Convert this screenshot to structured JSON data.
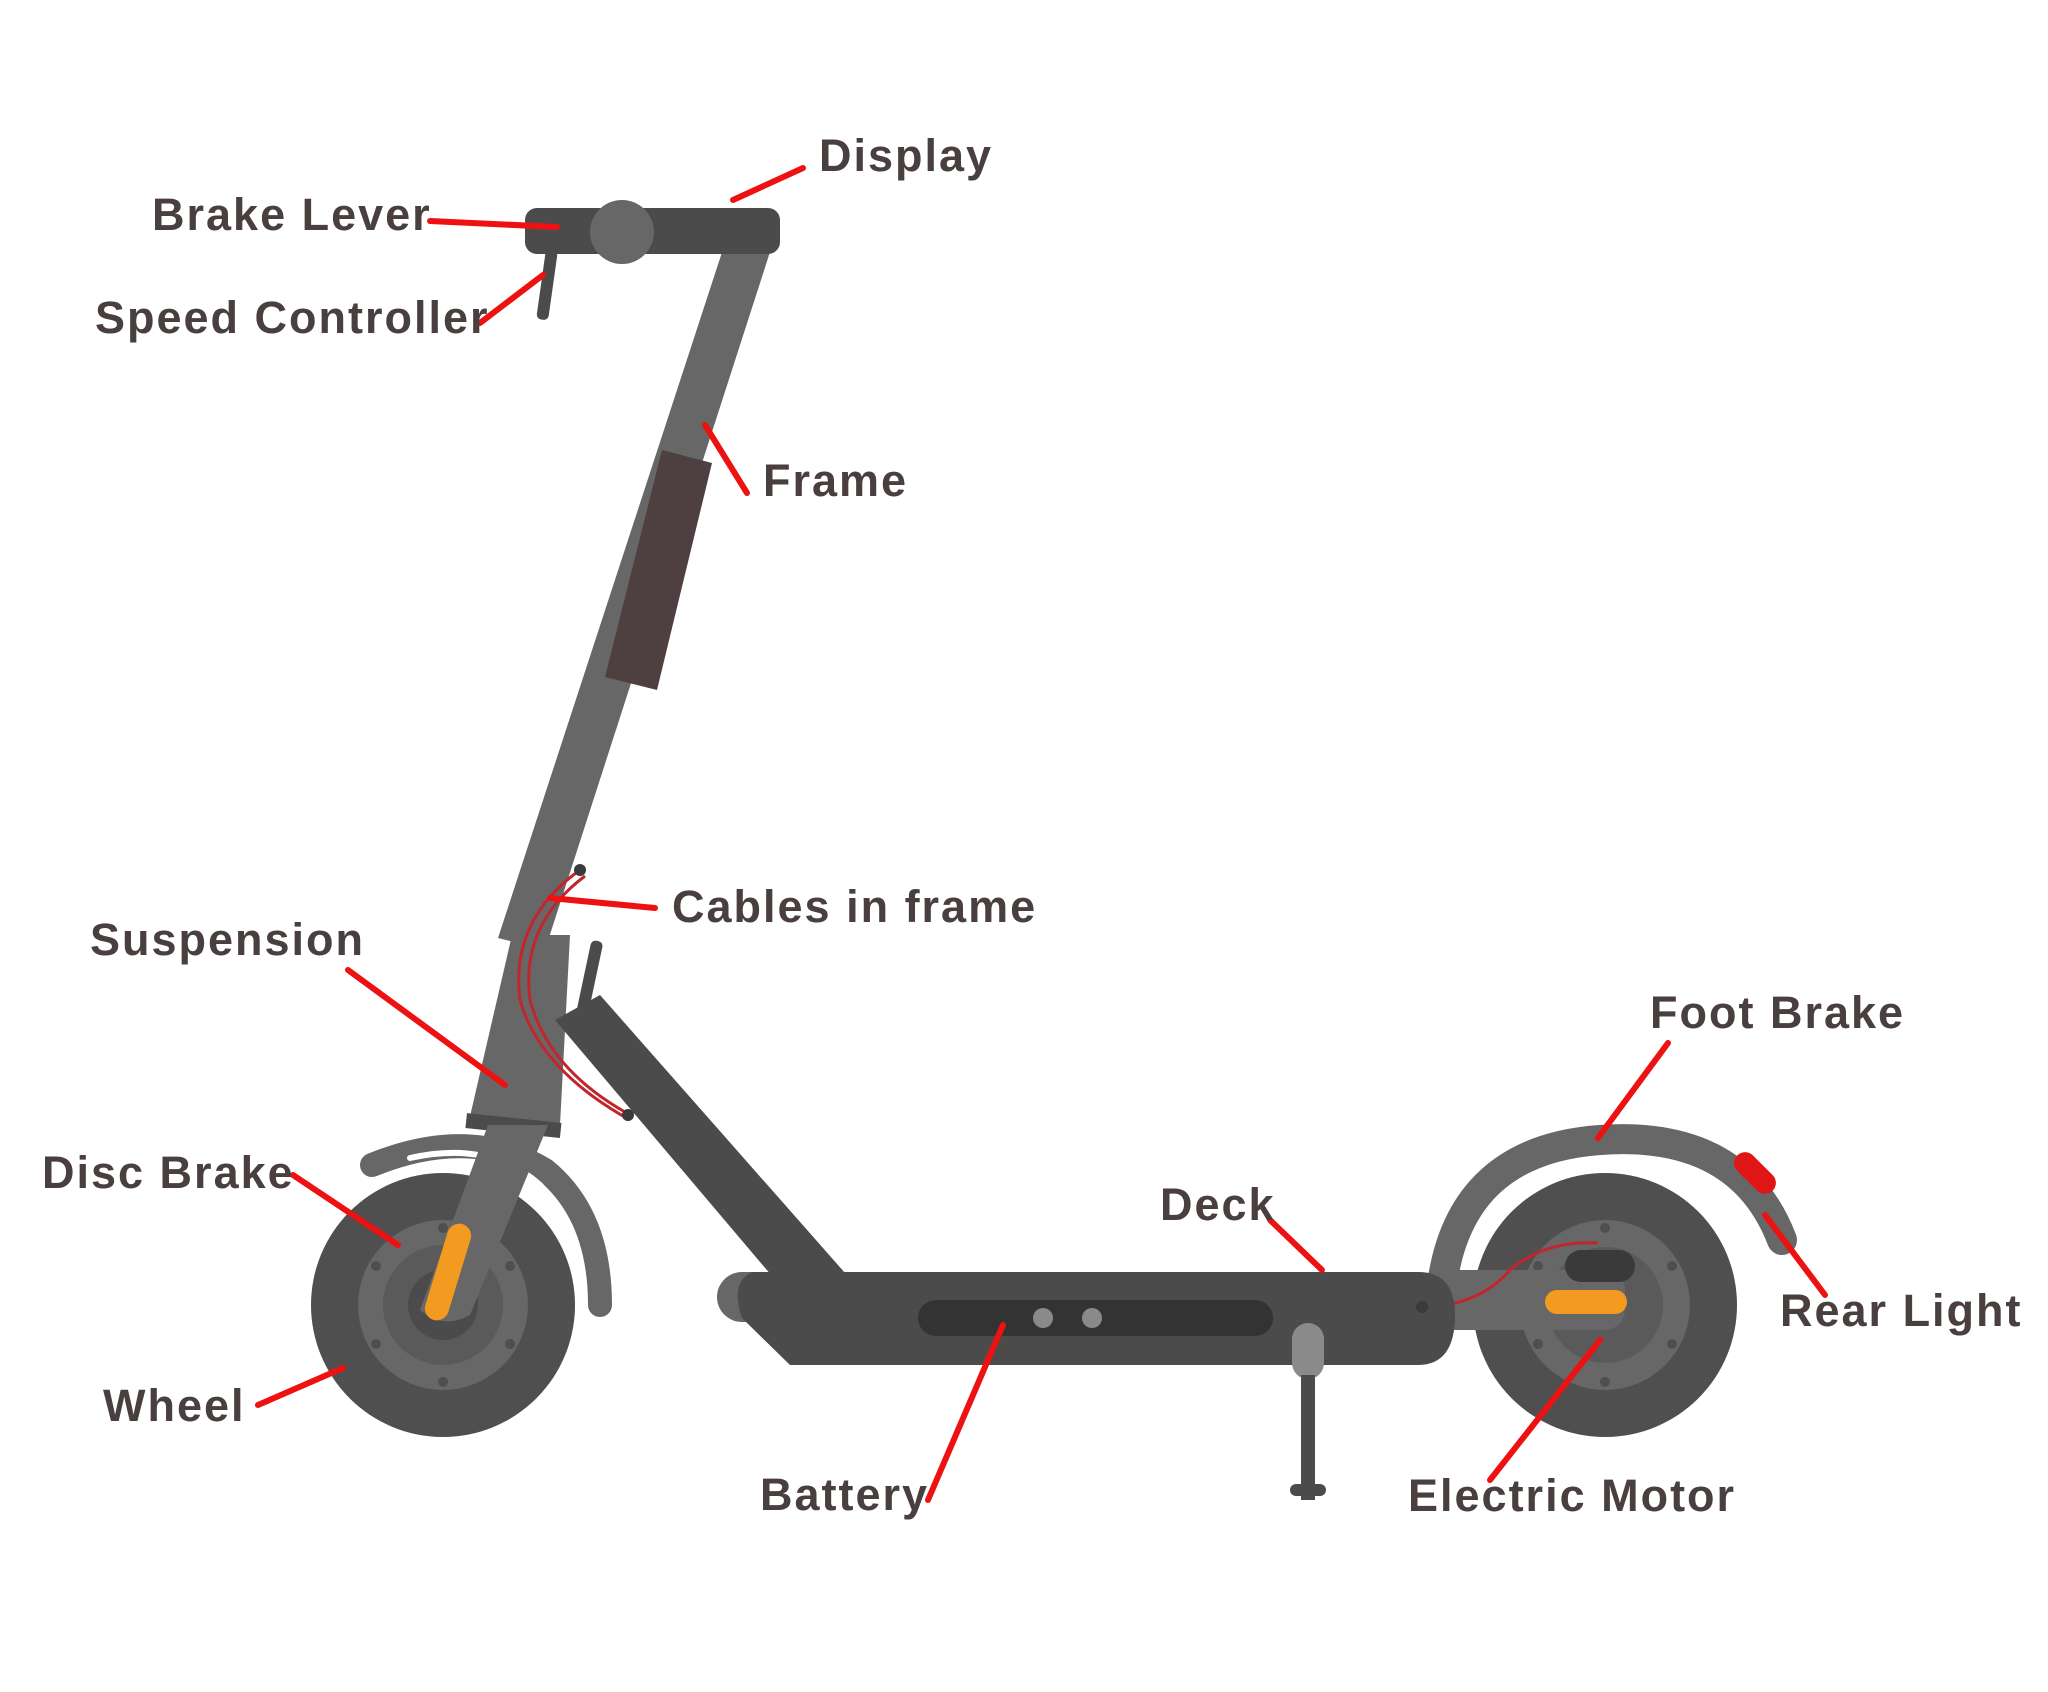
{
  "diagram": {
    "labels": {
      "display": "Display",
      "brake_lever": "Brake Lever",
      "speed_controller": "Speed Controller",
      "frame": "Frame",
      "cables_in_frame": "Cables in frame",
      "suspension": "Suspension",
      "foot_brake": "Foot Brake",
      "disc_brake": "Disc Brake",
      "deck": "Deck",
      "rear_light": "Rear Light",
      "wheel": "Wheel",
      "battery": "Battery",
      "electric_motor": "Electric Motor"
    },
    "colors": {
      "label_text": "#4a3f3f",
      "leader_line": "#ee1111",
      "body_dark": "#4b4b4b",
      "body_mid": "#676767",
      "grip": "#4e4040",
      "tire": "#4f4f4f",
      "accent_orange": "#f39a21",
      "rear_light": "#e01515",
      "cable": "#c1262d"
    }
  }
}
